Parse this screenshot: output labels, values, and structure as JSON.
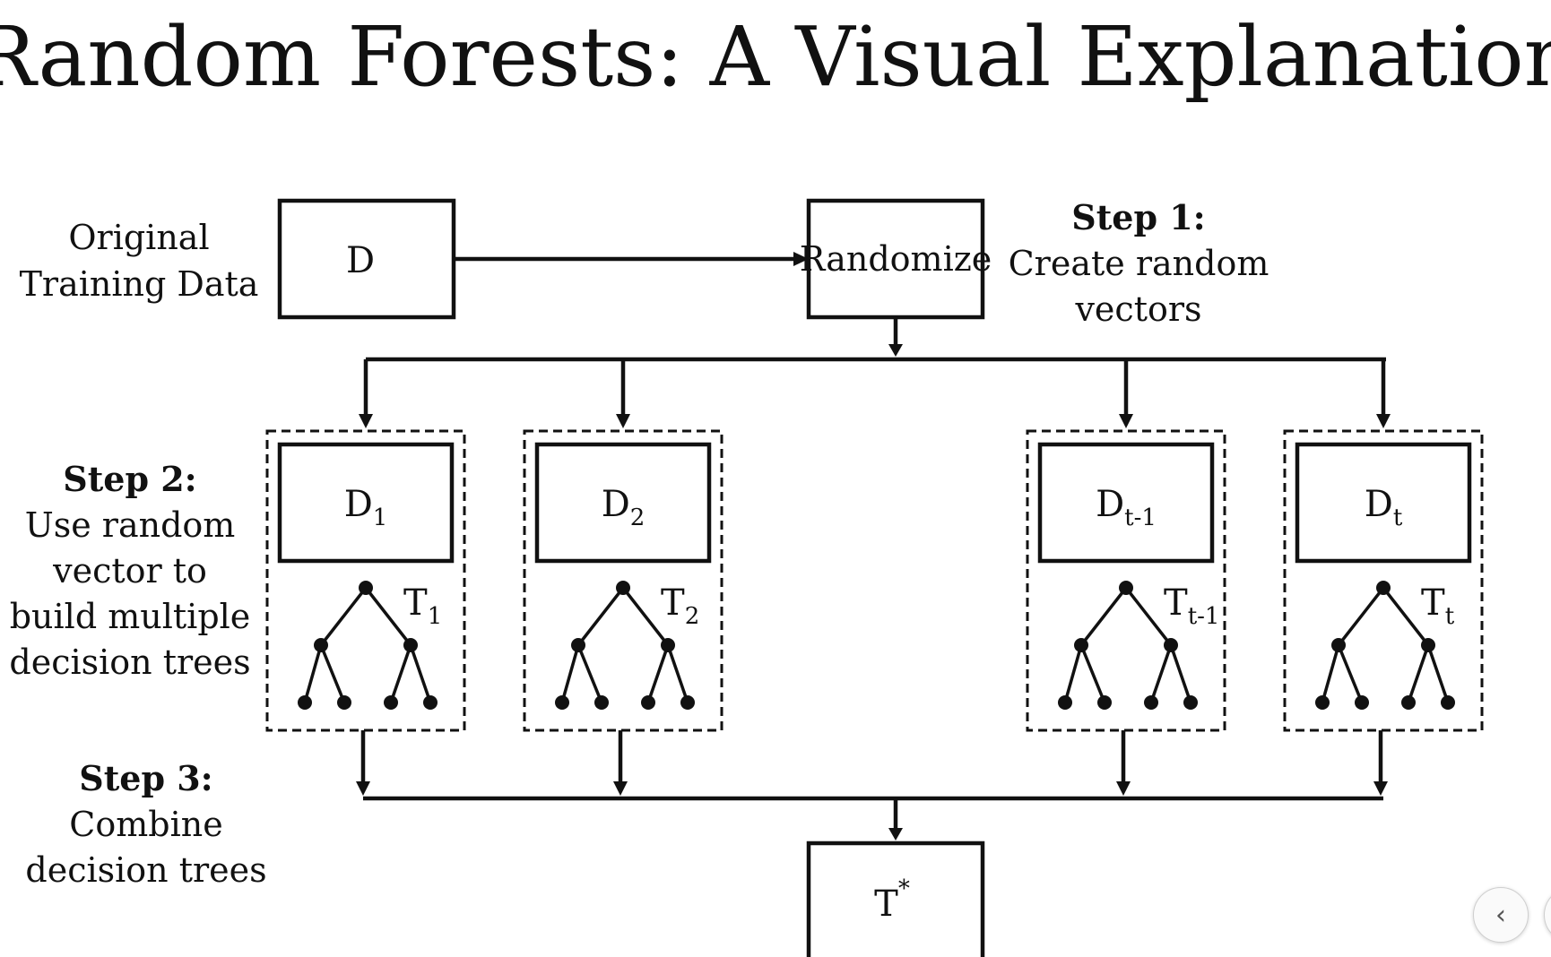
{
  "title": "Random Forests:  A Visual Explanation",
  "original": {
    "line1": "Original",
    "line2": "Training Data"
  },
  "box_d": "D",
  "randomize": "Randomize",
  "step1": {
    "heading": "Step 1:",
    "line1": "Create random",
    "line2": "vectors"
  },
  "step2": {
    "heading": "Step 2:",
    "lines": [
      "Use random",
      "vector to",
      "build multiple",
      "decision trees"
    ]
  },
  "step3": {
    "heading": "Step 3:",
    "lines": [
      "Combine",
      "decision trees"
    ]
  },
  "subsets": [
    {
      "data_base": "D",
      "data_sub": "1",
      "tree_base": "T",
      "tree_sub": "1"
    },
    {
      "data_base": "D",
      "data_sub": "2",
      "tree_base": "T",
      "tree_sub": "2"
    },
    {
      "data_base": "D",
      "data_sub": "t-1",
      "tree_base": "T",
      "tree_sub": "t-1"
    },
    {
      "data_base": "D",
      "data_sub": "t",
      "tree_base": "T",
      "tree_sub": "t"
    }
  ],
  "final": {
    "base": "T",
    "sup": "*"
  },
  "nav": {
    "prev_icon": "chevron-left-icon",
    "prev_glyph": "‹"
  }
}
